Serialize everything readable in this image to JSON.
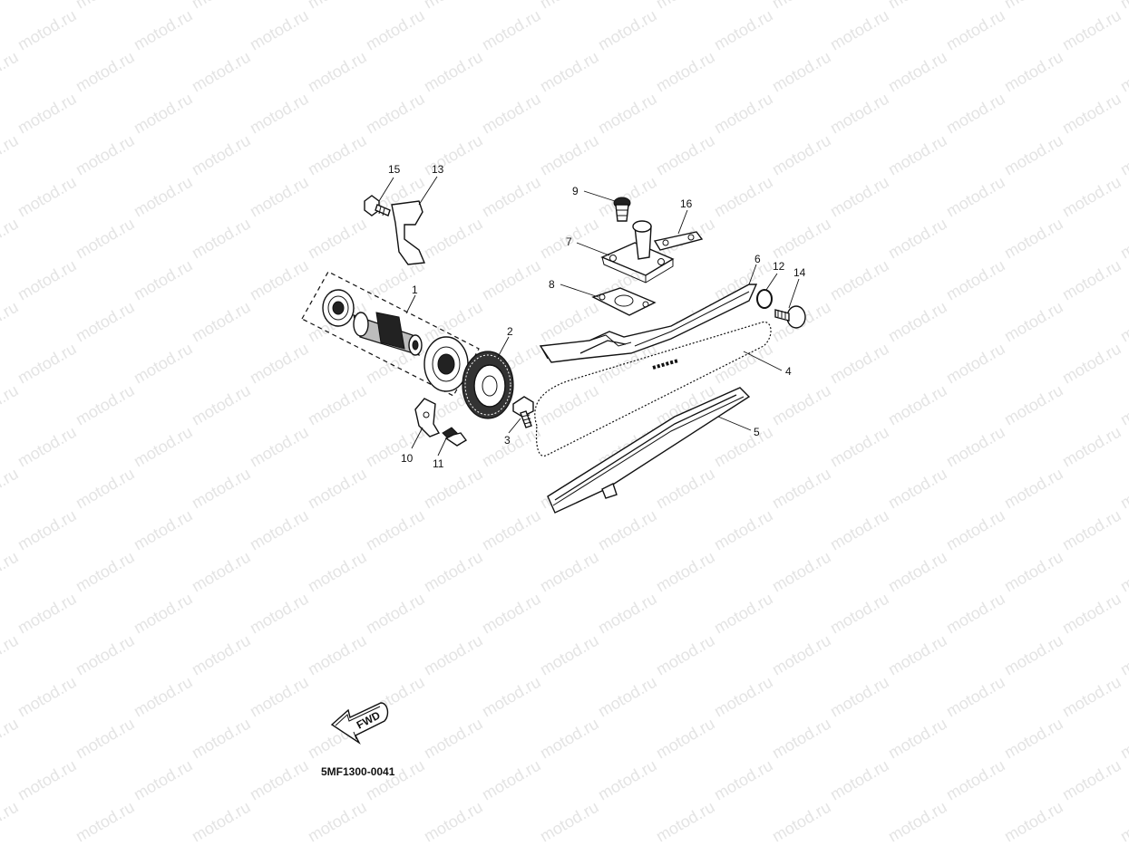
{
  "watermark": "motod.ru",
  "diagram_code": "5MF1300-0041",
  "direction_label": "FWD",
  "callouts": [
    "1",
    "2",
    "3",
    "4",
    "5",
    "6",
    "7",
    "8",
    "9",
    "10",
    "11",
    "12",
    "13",
    "14",
    "15",
    "16"
  ],
  "colors": {
    "line": "#111111",
    "watermark": "#e4e4e4",
    "background": "#ffffff"
  }
}
